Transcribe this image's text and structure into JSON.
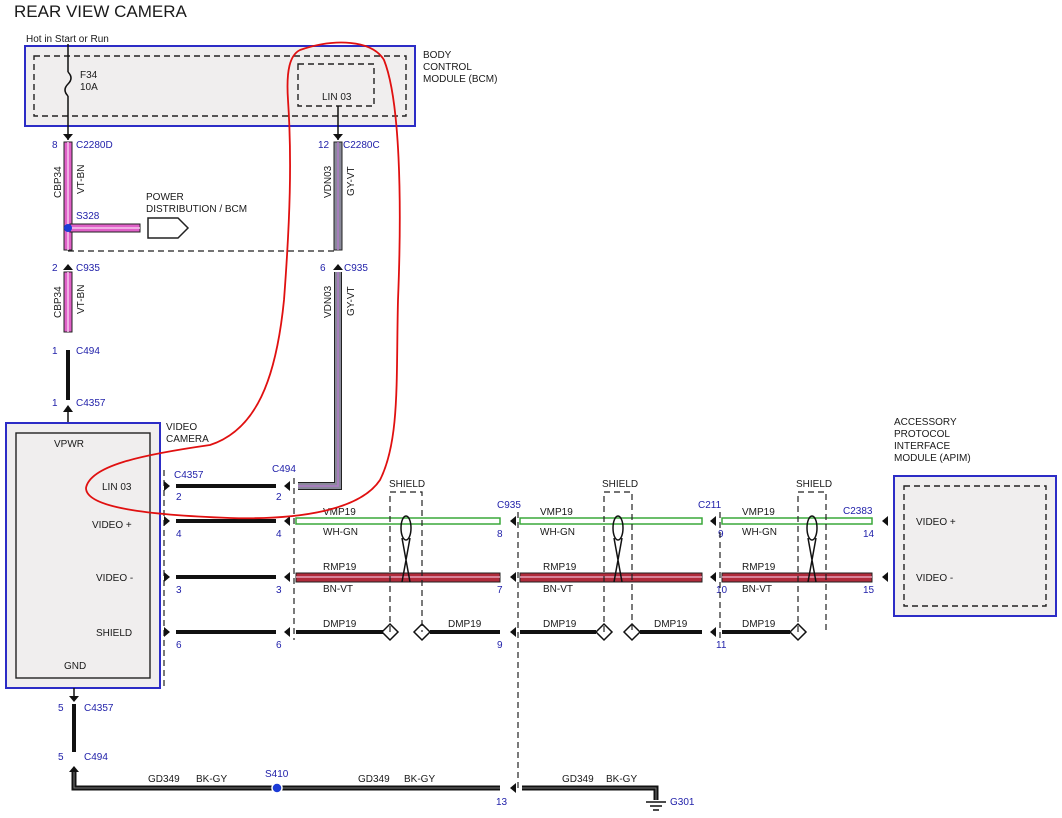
{
  "title": "REAR VIEW CAMERA",
  "hot_label": "Hot in Start or Run",
  "fuse": {
    "name": "F34",
    "rating": "10A"
  },
  "bcm": {
    "name_lines": [
      "BODY",
      "CONTROL",
      "MODULE (BCM)"
    ],
    "lin_label": "LIN 03"
  },
  "left_wire": {
    "pin_top": "8",
    "conn_top": "C2280D",
    "circuit": "CBP34",
    "color": "VT-BN",
    "splice": "S328",
    "pd_label_lines": [
      "POWER",
      "DISTRIBUTION / BCM"
    ],
    "pin_mid": "2",
    "conn_mid": "C935",
    "pin_c494": "1",
    "conn_c494": "C494",
    "pin_c4357": "1",
    "conn_c4357": "C4357"
  },
  "lin_wire": {
    "pin_top": "12",
    "conn_top": "C2280C",
    "circuit": "VDN03",
    "color": "GY-VT",
    "pin_mid": "6",
    "conn_mid": "C935"
  },
  "camera": {
    "name_lines": [
      "VIDEO",
      "CAMERA"
    ],
    "pins": {
      "vpwr": "VPWR",
      "lin": "LIN 03",
      "vplus": "VIDEO +",
      "vminus": "VIDEO -",
      "shield": "SHIELD",
      "gnd": "GND"
    }
  },
  "connectors": {
    "c4357": "C4357",
    "c494": "C494",
    "c935": "C935",
    "c211": "C211",
    "c2383": "C2383",
    "c4357_lin": "2",
    "c494_lin": "2",
    "c4357_vp": "4",
    "c494_vp": "4",
    "c4357_vm": "3",
    "c494_vm": "3",
    "c4357_sh": "6",
    "c494_sh": "6",
    "c935_vp": "8",
    "c935_vm": "7",
    "c935_sh": "9",
    "c211_vp": "9",
    "c211_vm": "10",
    "c211_sh": "11",
    "c2383_vp": "14",
    "c2383_vm": "15"
  },
  "shield_label": "SHIELD",
  "wires": {
    "vmp": "VMP19",
    "vmp_color": "WH-GN",
    "rmp": "RMP19",
    "rmp_color": "BN-VT",
    "dmp": "DMP19"
  },
  "apim": {
    "name_lines": [
      "ACCESSORY",
      "PROTOCOL",
      "INTERFACE",
      "MODULE (APIM)"
    ],
    "vplus": "VIDEO +",
    "vminus": "VIDEO -"
  },
  "ground": {
    "pin_c4357": "5",
    "conn_c4357": "C4357",
    "pin_c494": "5",
    "conn_c494": "C494",
    "circuit": "GD349",
    "color": "BK-GY",
    "splice": "S410",
    "pin_c935": "13",
    "ground_point": "G301"
  },
  "colors": {
    "module_border": "#2c2cc6",
    "pin_text": "#2222aa",
    "vt_bn": "#e060c8",
    "gy_vt": "#8a8a9a",
    "wh_gn": "#3aa83a",
    "bn_vt": "#b02a3a",
    "annotation": "#e01010"
  }
}
